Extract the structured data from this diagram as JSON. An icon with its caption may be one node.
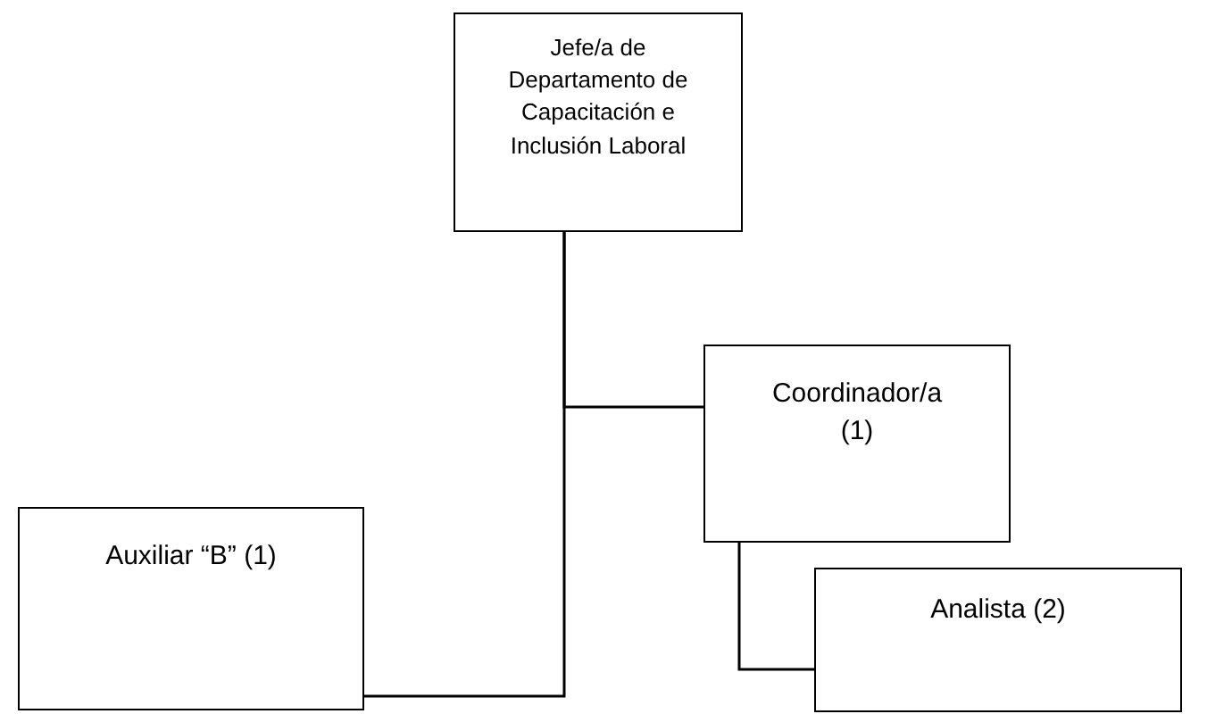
{
  "diagram": {
    "nodes": [
      {
        "text": [
          "Jefe/a de Departamento de Capacitación e Inclusión Laboral"
        ]
      },
      {
        "text": [
          "Coordinador/a (1)"
        ]
      },
      {
        "text": [
          "Auxiliar “B” (1)"
        ]
      },
      {
        "text": [
          "Analista (2)"
        ]
      }
    ],
    "edges": [
      {
        "from": 0,
        "to": 1,
        "arrow": "none"
      },
      {
        "from": 0,
        "to": 2,
        "arrow": "none"
      },
      {
        "from": 1,
        "to": 3,
        "arrow": "none"
      }
    ]
  }
}
